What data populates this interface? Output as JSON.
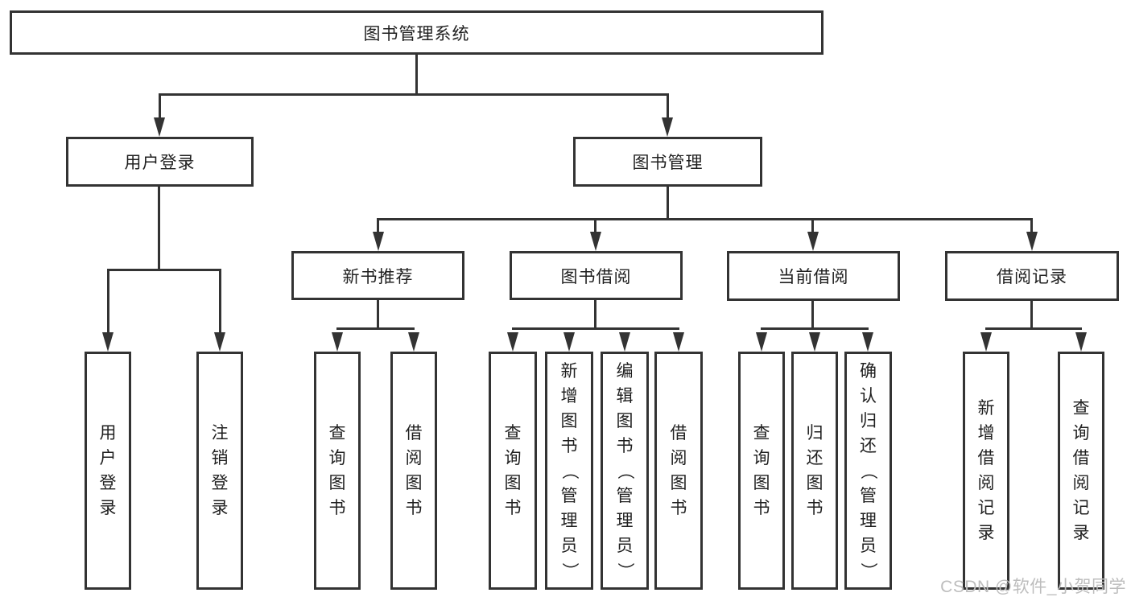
{
  "diagram": {
    "root_label": "图书管理系统",
    "level2": [
      "用户登录",
      "图书管理"
    ],
    "level3": [
      "新书推荐",
      "图书借阅",
      "当前借阅",
      "借阅记录"
    ],
    "leaves_user": [
      "用户登录",
      "注销登录"
    ],
    "leaves_recommend": [
      "查询图书",
      "借阅图书"
    ],
    "leaves_borrow": [
      "查询图书",
      "新增图书（管理员）",
      "编辑图书（管理员）",
      "借阅图书"
    ],
    "leaves_current": [
      "查询图书",
      "归还图书",
      "确认归还（管理员）"
    ],
    "leaves_records": [
      "新增借阅记录",
      "查询借阅记录"
    ]
  },
  "watermark": "CSDN @软件_小贺同学",
  "colors": {
    "line": "#333333",
    "text": "#1f1f1f",
    "watermark": "#bdbdbd",
    "background": "#ffffff"
  }
}
